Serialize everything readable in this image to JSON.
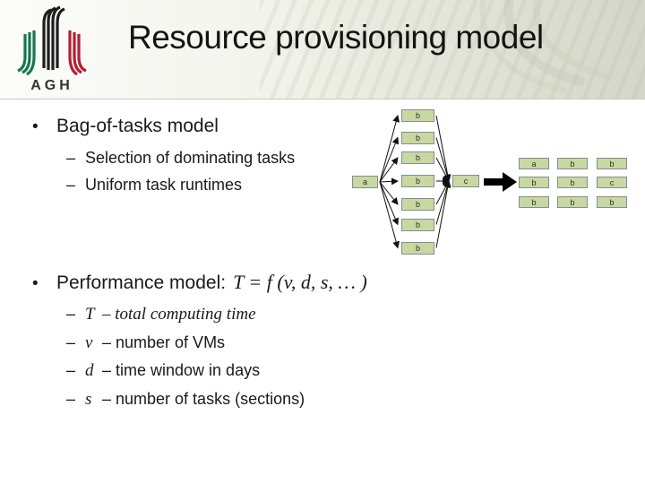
{
  "slide": {
    "title": "Resource provisioning model",
    "logo_text": "AGH"
  },
  "bullets": {
    "b1": {
      "marker": "•",
      "text": "Bag-of-tasks model",
      "dash": "–",
      "sub1": "Selection of dominating tasks",
      "sub2": "Uniform task runtimes"
    },
    "b2": {
      "marker": "•",
      "text": "Performance model:",
      "math": "T = f (v, d, s,  … )",
      "dash": "–",
      "params": [
        {
          "symbol": "T",
          "desc": "– total computing time"
        },
        {
          "symbol": "v",
          "desc": "– number of VMs"
        },
        {
          "symbol": "d",
          "desc": "– time window in days"
        },
        {
          "symbol": "s",
          "desc": "– number of tasks (sections)"
        }
      ]
    }
  },
  "diagram": {
    "dag": {
      "source": "a",
      "tasks": [
        "b",
        "b",
        "b",
        "b",
        "b",
        "b",
        "b"
      ],
      "sink": "c"
    },
    "grid": [
      [
        "a",
        "b",
        "b"
      ],
      [
        "b",
        "b",
        "c"
      ],
      [
        "b",
        "b",
        "b"
      ]
    ],
    "box_fill": "#c9d8a0",
    "box_border": "#7e8f96",
    "arrow_color": "#111111"
  }
}
